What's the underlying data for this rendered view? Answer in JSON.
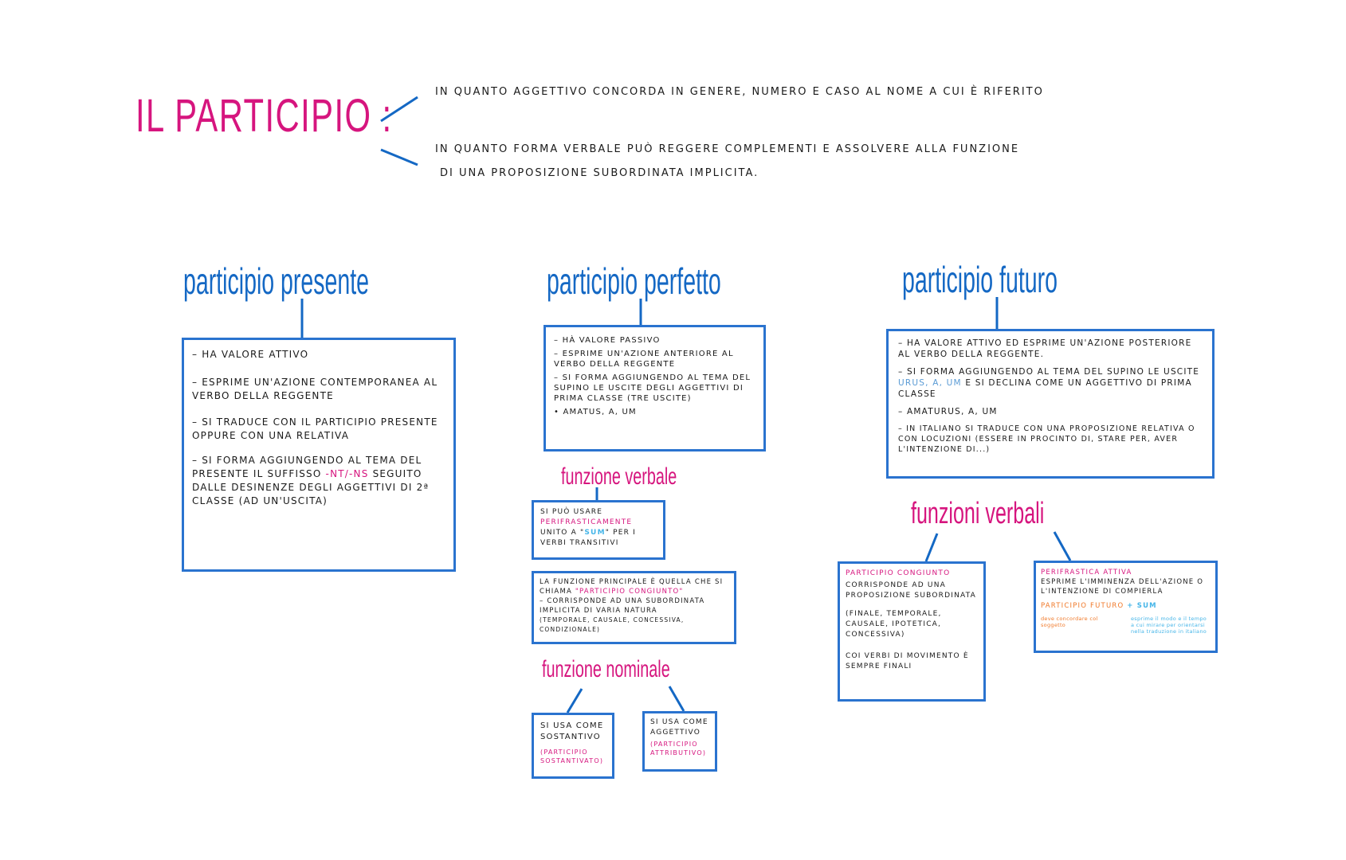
{
  "colors": {
    "pink": "#d6157e",
    "blue": "#1468c4",
    "box": "#2a73cf",
    "light_blue": "#45b5e8",
    "orange": "#f07828"
  },
  "title": "IL PARTICIPIO :",
  "intro": {
    "line1": "in quanto aggettivo concorda in genere, numero e caso al nome a cui è riferito",
    "line2": "in quanto forma verbale può reggere complementi e assolvere alla funzione",
    "line3": "di una proposizione subordinata implicita."
  },
  "presente": {
    "heading": "participio presente",
    "items": [
      "ha valore attivo",
      "esprime un'azione contemporanea al verbo della reggente",
      "si traduce con il participio presente oppure con una relativa"
    ],
    "forma_prefix": "si forma aggiungendo al tema del presente il suffisso",
    "forma_suffix": "-nt/-ns",
    "forma_rest": "seguito dalle desinenze degli aggettivi di 2ª classe (ad un'uscita)"
  },
  "perfetto": {
    "heading": "participio perfetto",
    "items": [
      "hà valore passivo",
      "esprime un'azione anteriore al verbo della reggente",
      "si forma aggiungendo al tema del supino le uscite degli aggettivi di prima classe (tre uscite)"
    ],
    "example": "• amatus, a, um",
    "verbale_heading": "funzione verbale",
    "verbale_box": {
      "line1": "si può usare",
      "highlight": "perifrasticamente",
      "line2_prefix": "unito a \"",
      "sum": "sum",
      "line2_suffix": "\" per i verbi transitivi"
    },
    "principale_box": {
      "line1": "la funzione principale è quella che si chiama",
      "highlight": "\"participio congiunto\"",
      "line2": "– corrisponde ad una subordinata implicita di varia natura",
      "line3": "(temporale, causale, concessiva, condizionale)"
    },
    "nominale_heading": "funzione nominale",
    "sost_box": {
      "line": "si usa come sostantivo",
      "note": "(participio sostantivato)"
    },
    "agg_box": {
      "line": "si usa come aggettivo",
      "note": "(participio attributivo)"
    }
  },
  "futuro": {
    "heading": "participio futuro",
    "item1": "ha valore attivo ed esprime un'azione posteriore al verbo della reggente.",
    "item2_prefix": "si forma aggiungendo al tema del supino le uscite",
    "item2_hl": "urus, a, um",
    "item2_suffix": "e si declina come un aggettivo di prima classe",
    "item3": "amaturus, a, um",
    "item4": "in italiano si traduce con una proposizione relativa o con locuzioni (essere in procinto di, stare per, aver l'intenzione di...)",
    "verbali_heading": "funzioni verbali",
    "congiunto_box": {
      "title": "participio congiunto",
      "line1": "corrisponde ad una proposizione subordinata",
      "line2": "(finale, temporale, causale, ipotetica, concessiva)",
      "line3": "coi verbi di movimento è sempre finali"
    },
    "perifrastica_box": {
      "title": "perifrastica attiva",
      "line1": "esprime l'imminenza dell'azione o l'intenzione di compierla",
      "pf": "participio futuro",
      "plus": "+ sum",
      "note_left": "deve concordare col soggetto",
      "note_right": "esprime il modo e il tempo a cui mirare per orientarsi nella traduzione in italiano"
    }
  }
}
